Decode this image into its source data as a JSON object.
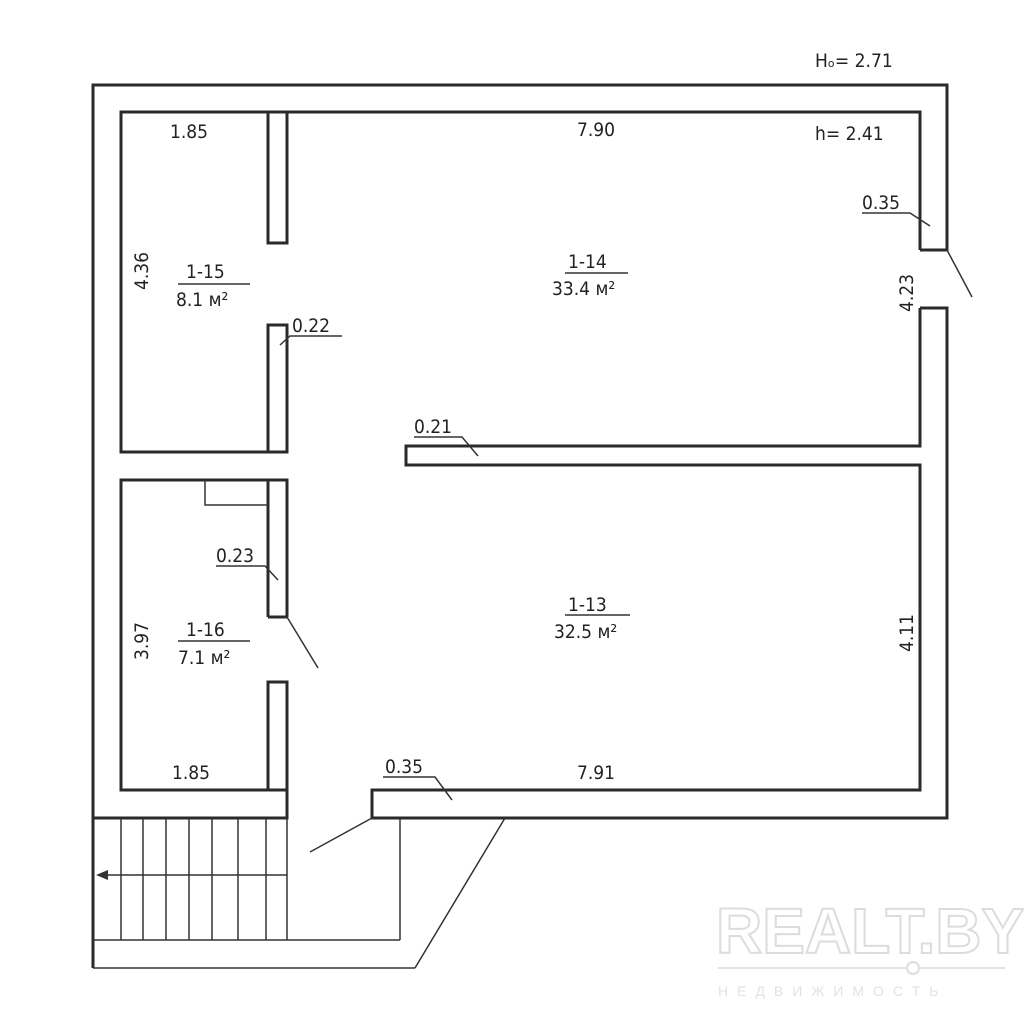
{
  "plan": {
    "outer_height": "Hₒ= 2.71",
    "inner_height": "h= 2.41",
    "rooms": [
      {
        "id": "1-14",
        "area": "33.4 м²"
      },
      {
        "id": "1-15",
        "area": "8.1 м²"
      },
      {
        "id": "1-13",
        "area": "32.5 м²"
      },
      {
        "id": "1-16",
        "area": "7.1 м²"
      }
    ],
    "dimensions": {
      "top_left_width": "1.85",
      "top_width": "7.90",
      "left_upper_height": "4.36",
      "right_upper_height": "4.23",
      "wall_right": "0.35",
      "wall_partition_upper": "0.22",
      "wall_middle": "0.21",
      "wall_partition_lower": "0.23",
      "left_lower_height": "3.97",
      "right_lower_height": "4.11",
      "bottom_left_width": "1.85",
      "wall_bottom": "0.35",
      "bottom_width": "7.91"
    }
  },
  "watermark": {
    "brand": "REALT.BY",
    "tagline": "НЕДВИЖИМОСТЬ"
  }
}
